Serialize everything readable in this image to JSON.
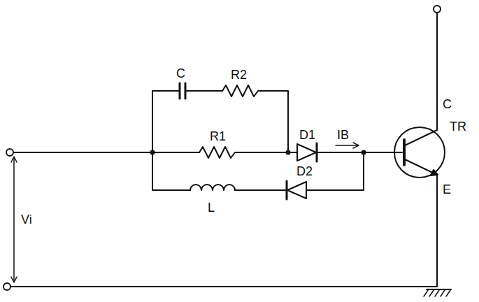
{
  "diagram": {
    "labels": [
      "C",
      "R2",
      "R1",
      "D1",
      "IB",
      "D2",
      "L",
      "Vi",
      "C",
      "TR",
      "E"
    ]
  }
}
